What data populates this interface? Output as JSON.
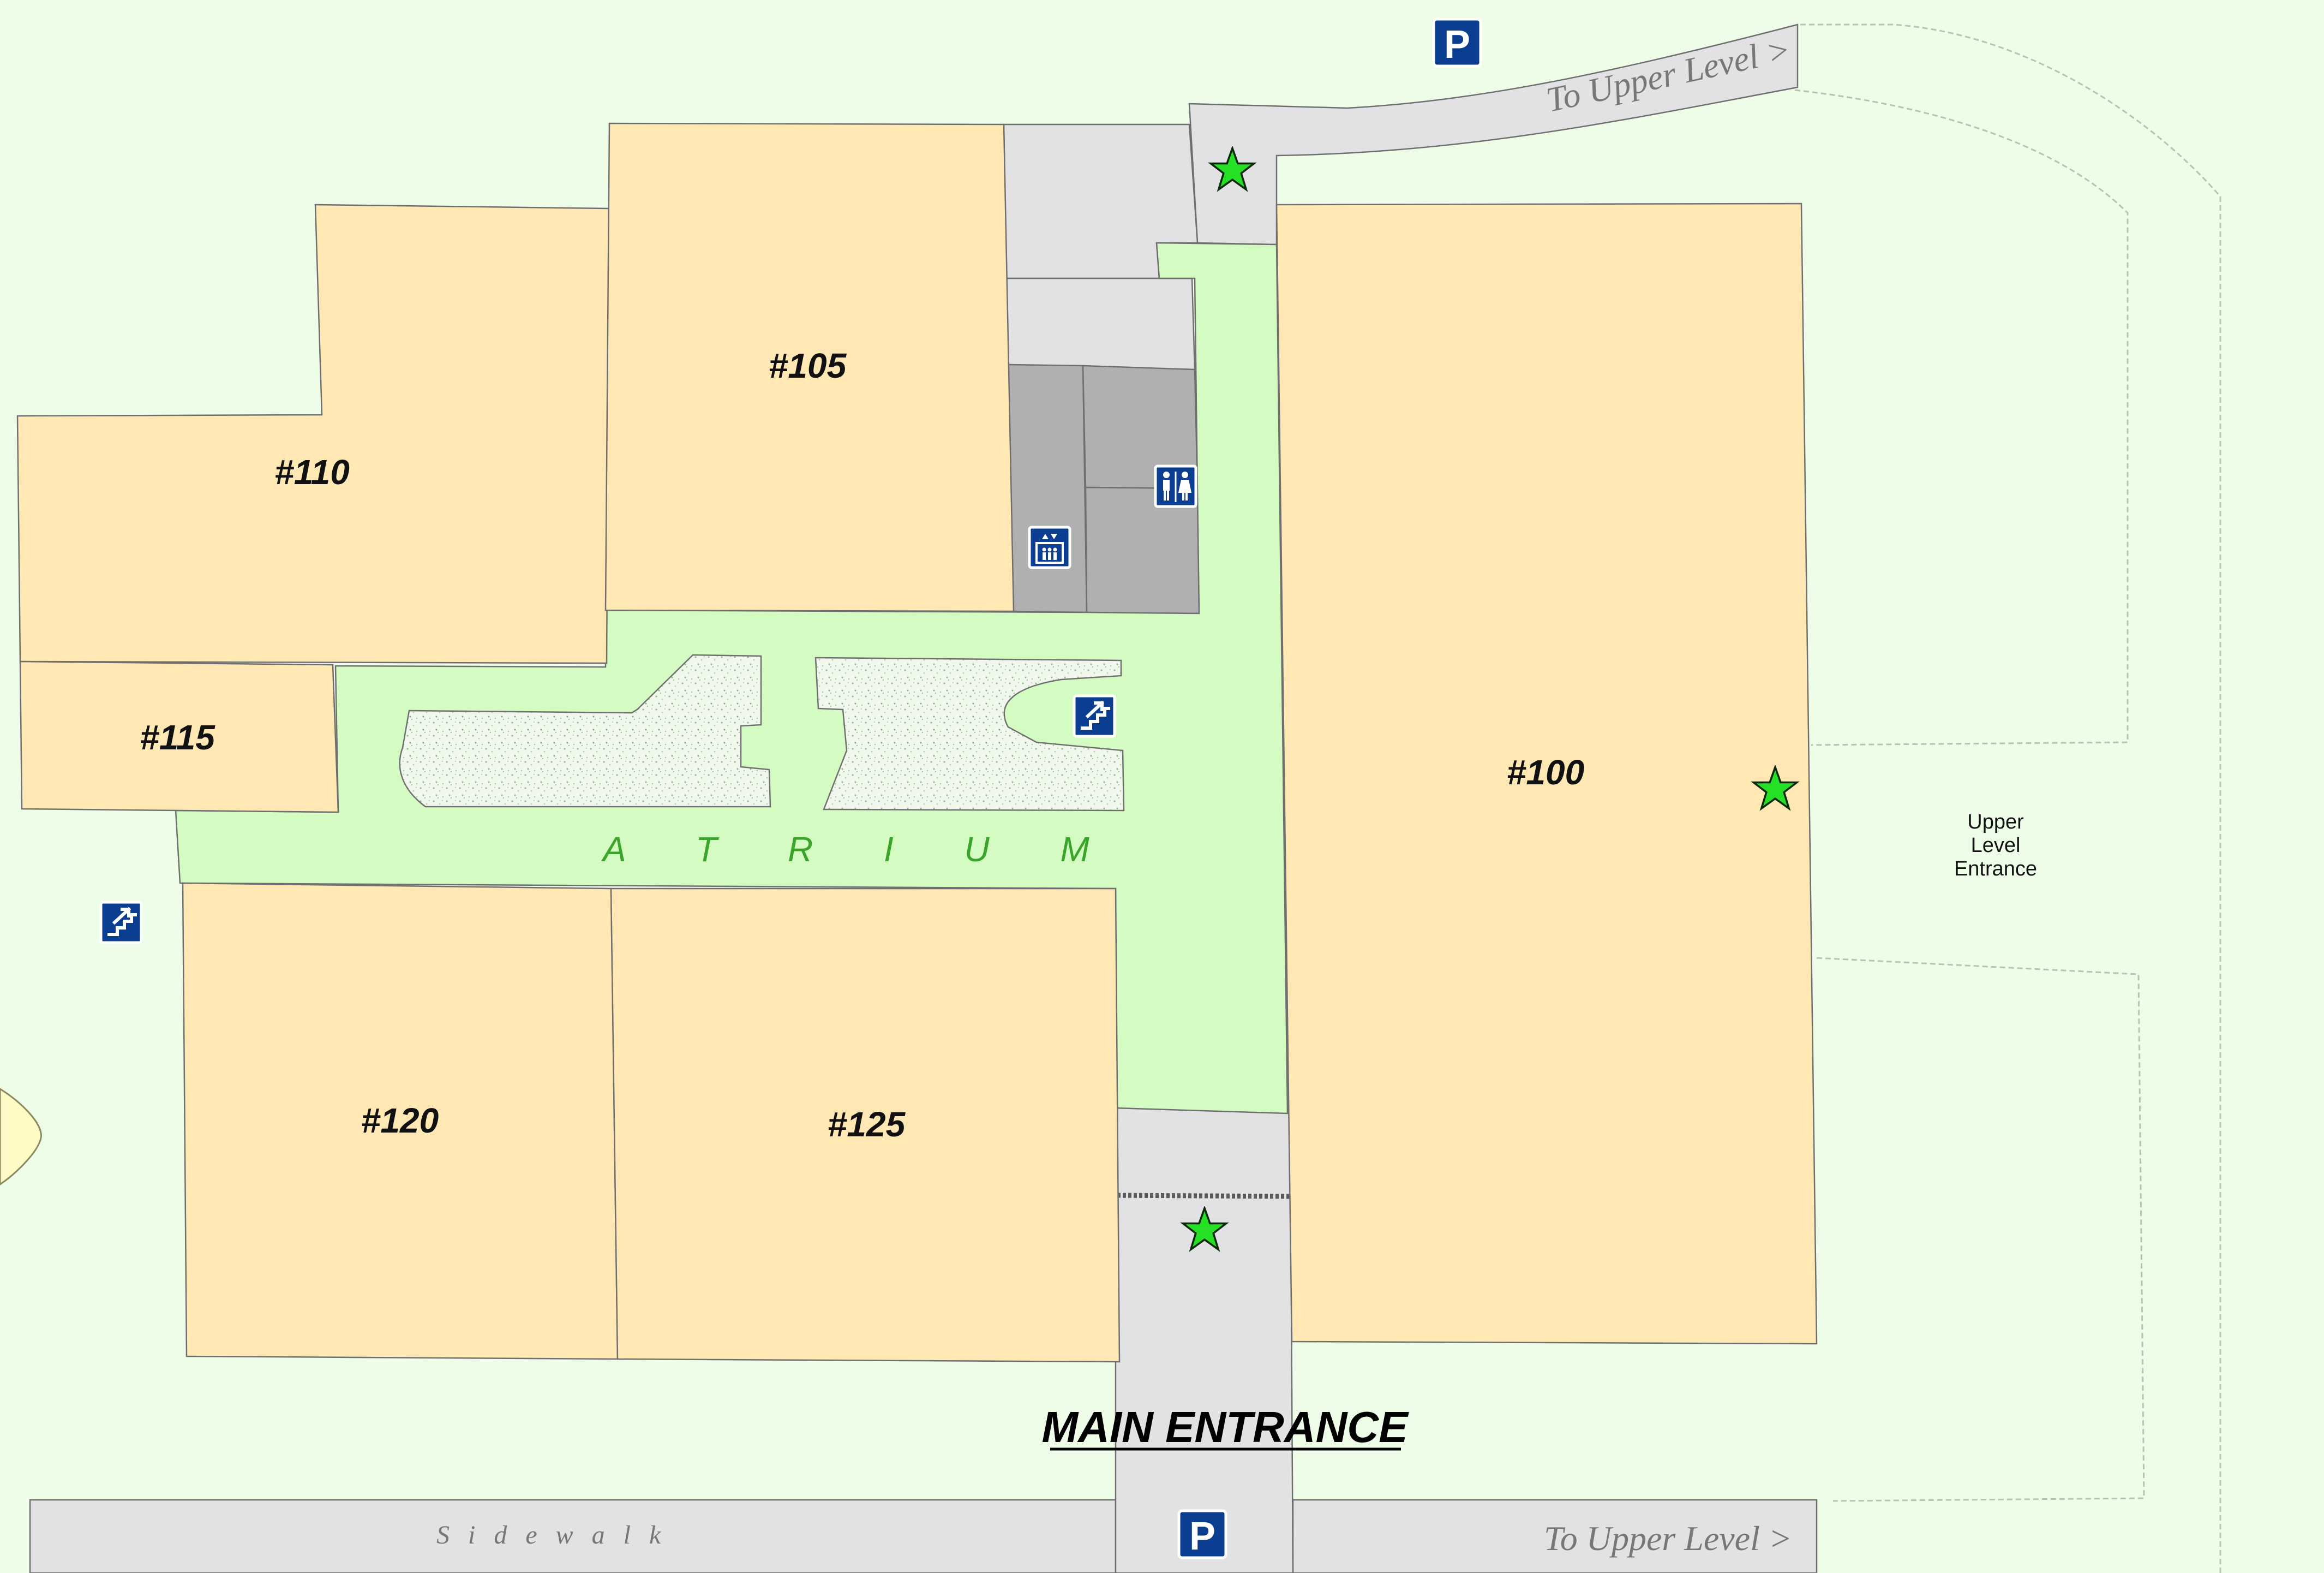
{
  "map": {
    "suites": [
      {
        "id": "100",
        "label": "#100"
      },
      {
        "id": "105",
        "label": "#105"
      },
      {
        "id": "110",
        "label": "#110"
      },
      {
        "id": "115",
        "label": "#115"
      },
      {
        "id": "120",
        "label": "#120"
      },
      {
        "id": "125",
        "label": "#125"
      }
    ],
    "atrium_label": "A T R I U M",
    "main_entrance_label": "MAIN ENTRANCE",
    "upper_level_label_top": "To Upper Level >",
    "upper_level_label_bottom": "To Upper Level >",
    "sidewalk_label": "Sidewalk",
    "upper_level_entrance": [
      "Upper",
      "Level",
      "Entrance"
    ],
    "parking_sign": "P",
    "icons": [
      "parking-icon",
      "stairs-icon",
      "elevator-icon",
      "restroom-icon",
      "entrance-star-icon"
    ],
    "colors": {
      "suite": "#ffe8b3",
      "atrium": "#d4fcc2",
      "corridor": "#e2e2e4",
      "service": "#b0b0b2",
      "background": "#eefde8",
      "sign": "#0b3d91",
      "star": "#25e025"
    }
  }
}
